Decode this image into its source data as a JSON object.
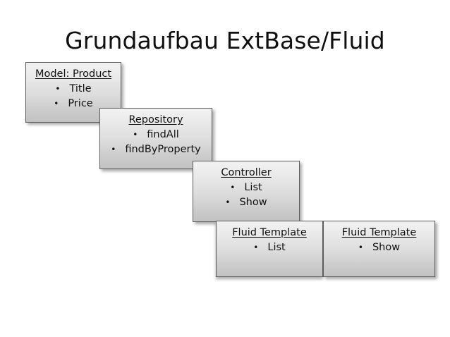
{
  "slide": {
    "title": "Grundaufbau ExtBase/Fluid",
    "background_color": "#ffffff",
    "box_border_color": "#5d5d5d",
    "text_color": "#101010"
  },
  "boxes": [
    {
      "name": "model",
      "heading": "Model: Product",
      "items": [
        "Title",
        "Price"
      ]
    },
    {
      "name": "repository",
      "heading": "Repository",
      "items": [
        "findAll",
        "findByProperty"
      ]
    },
    {
      "name": "controller",
      "heading": "Controller",
      "items": [
        "List",
        "Show"
      ]
    },
    {
      "name": "fluid-template-list",
      "heading": "Fluid Template",
      "items": [
        "List"
      ]
    },
    {
      "name": "fluid-template-show",
      "heading": "Fluid Template",
      "items": [
        "Show"
      ]
    }
  ],
  "bullet_glyph": "•"
}
